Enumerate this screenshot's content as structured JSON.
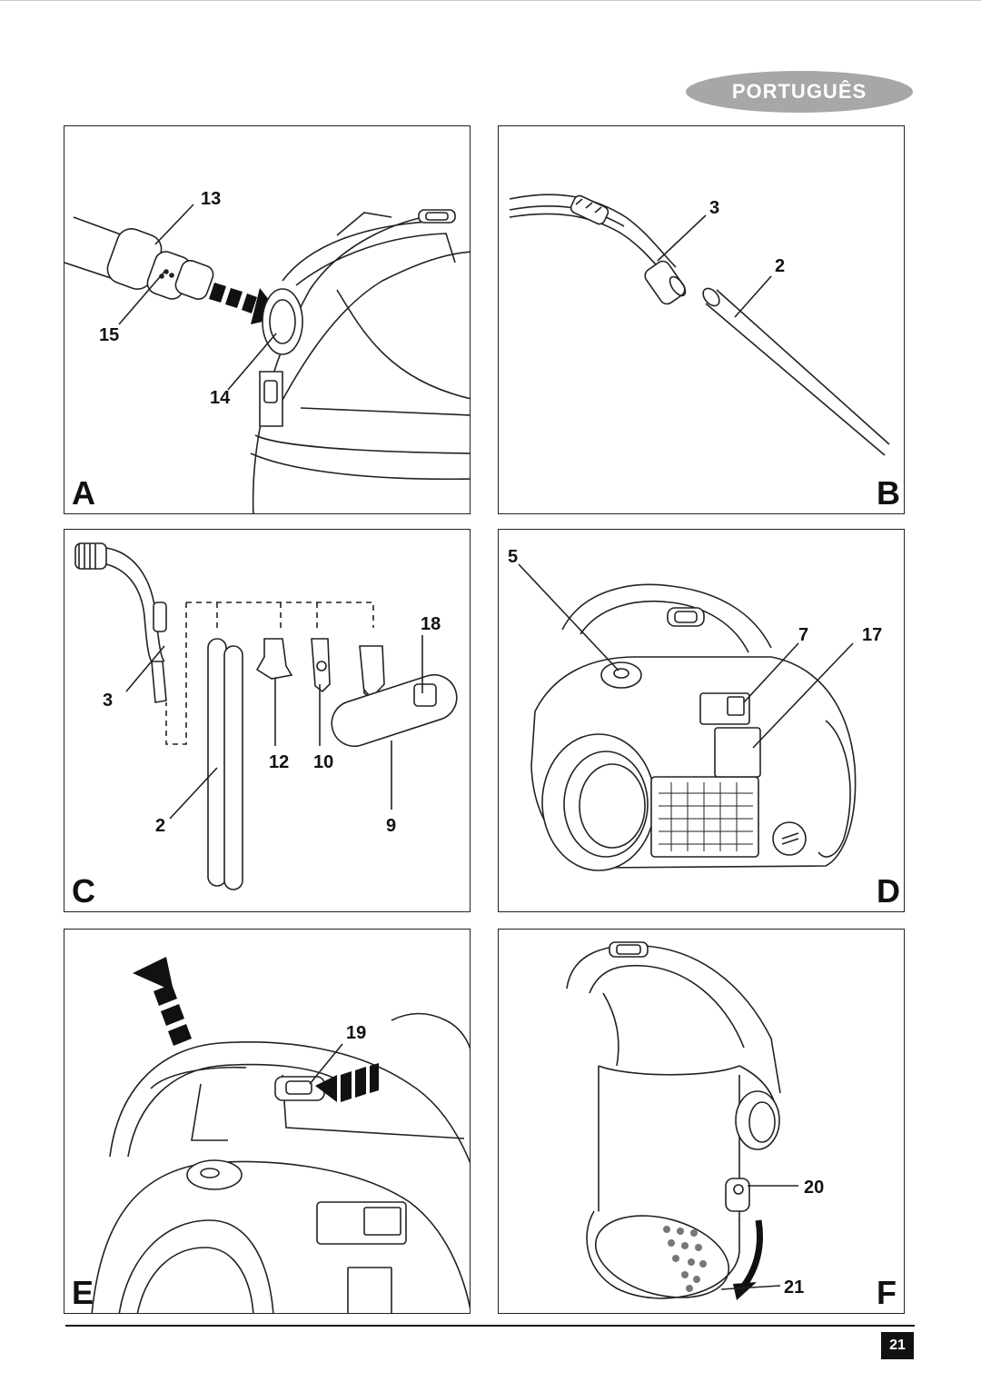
{
  "header": {
    "language": "PORTUGUÊS"
  },
  "figures": [
    {
      "letter": "A",
      "callouts": [
        "13",
        "15",
        "14"
      ]
    },
    {
      "letter": "B",
      "callouts": [
        "3",
        "2"
      ]
    },
    {
      "letter": "C",
      "callouts": [
        "18",
        "3",
        "12",
        "10",
        "2",
        "9"
      ]
    },
    {
      "letter": "D",
      "callouts": [
        "5",
        "7",
        "17"
      ]
    },
    {
      "letter": "E",
      "callouts": [
        "19"
      ]
    },
    {
      "letter": "F",
      "callouts": [
        "20",
        "21"
      ]
    }
  ],
  "footer": {
    "page_number": "21"
  }
}
